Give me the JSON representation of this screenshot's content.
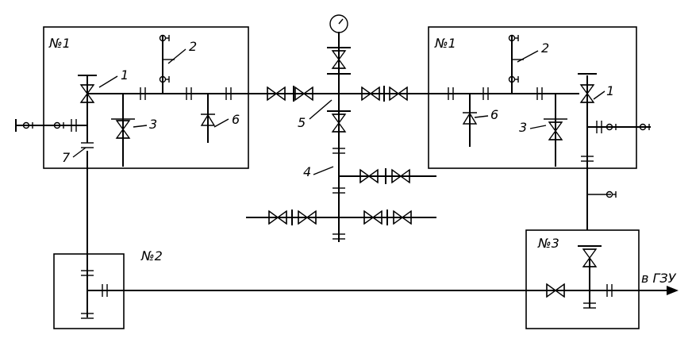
{
  "schematic": {
    "station_left": {
      "label": "№1"
    },
    "station_right": {
      "label": "№1"
    },
    "station_bottom_left": {
      "label": "№2"
    },
    "station_bottom_right": {
      "label": "№3"
    },
    "callouts": {
      "left_1": "1",
      "left_2": "2",
      "left_3": "3",
      "left_6": "6",
      "left_7": "7",
      "right_1": "1",
      "right_2": "2",
      "right_3": "3",
      "right_6": "6",
      "center_4": "4",
      "center_5": "5"
    },
    "outlet_label": "в ГЗУ"
  }
}
